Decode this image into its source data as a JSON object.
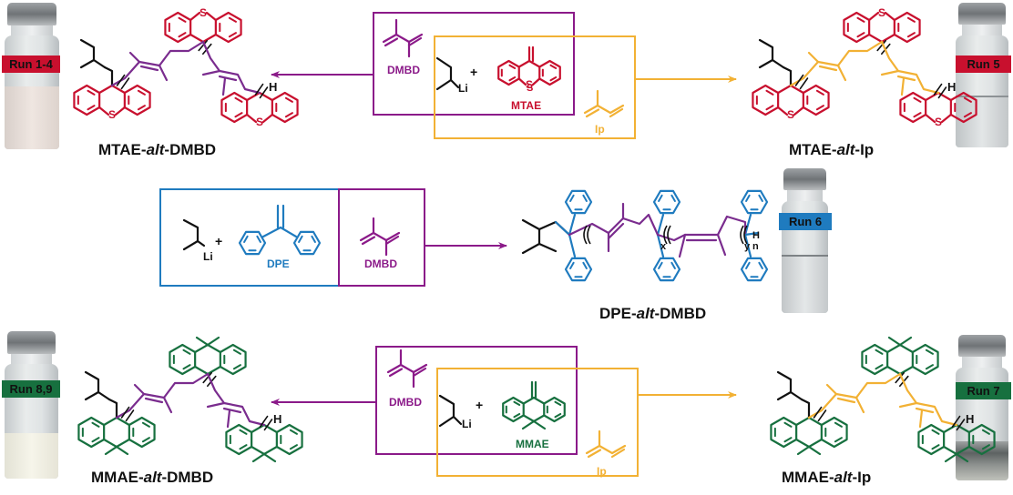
{
  "colors": {
    "mtae": "#c8102e",
    "dmbd": "#8b1a89",
    "ip": "#f2b134",
    "dpe": "#1f7bbf",
    "mmae": "#17703f",
    "black": "#111111",
    "dmbd_chain": "#7a2c8e"
  },
  "row1": {
    "left_product": "MTAE-alt-DMBD",
    "left_product_parts": [
      "MTAE-",
      "alt",
      "-DMBD"
    ],
    "right_product_parts": [
      "MTAE-",
      "alt",
      "-Ip"
    ],
    "reagents": {
      "dmbd_label": "DMBD",
      "li_label": "Li",
      "plus": "+",
      "monomer_label": "MTAE",
      "ring_heteroatom": "S",
      "ip_label": "Ip"
    },
    "vial_left": {
      "label": "Run 1-4",
      "label_color": "#c8102e",
      "appearance": "turbid"
    },
    "vial_right": {
      "label": "Run 5",
      "label_color": "#c8102e",
      "appearance": "clear"
    },
    "chain_end": "H"
  },
  "row2": {
    "reagents": {
      "li_label": "Li",
      "plus": "+",
      "dpe_label": "DPE",
      "dmbd_label": "DMBD"
    },
    "product_parts": [
      "DPE-",
      "alt",
      "-DMBD"
    ],
    "subscripts": {
      "x": "x",
      "y": "y",
      "n": "n"
    },
    "chain_end": "H",
    "vial": {
      "label": "Run 6",
      "label_color": "#1f7bbf",
      "appearance": "clear"
    }
  },
  "row3": {
    "left_product_parts": [
      "MMAE-",
      "alt",
      "-DMBD"
    ],
    "right_product_parts": [
      "MMAE-",
      "alt",
      "-Ip"
    ],
    "reagents": {
      "dmbd_label": "DMBD",
      "li_label": "Li",
      "plus": "+",
      "monomer_label": "MMAE",
      "ip_label": "Ip"
    },
    "vial_left": {
      "label": "Run 8,9",
      "label_color": "#17703f",
      "appearance": "turbid"
    },
    "vial_right": {
      "label": "Run 7",
      "label_color": "#17703f",
      "appearance": "precipitate"
    },
    "chain_end": "H"
  }
}
